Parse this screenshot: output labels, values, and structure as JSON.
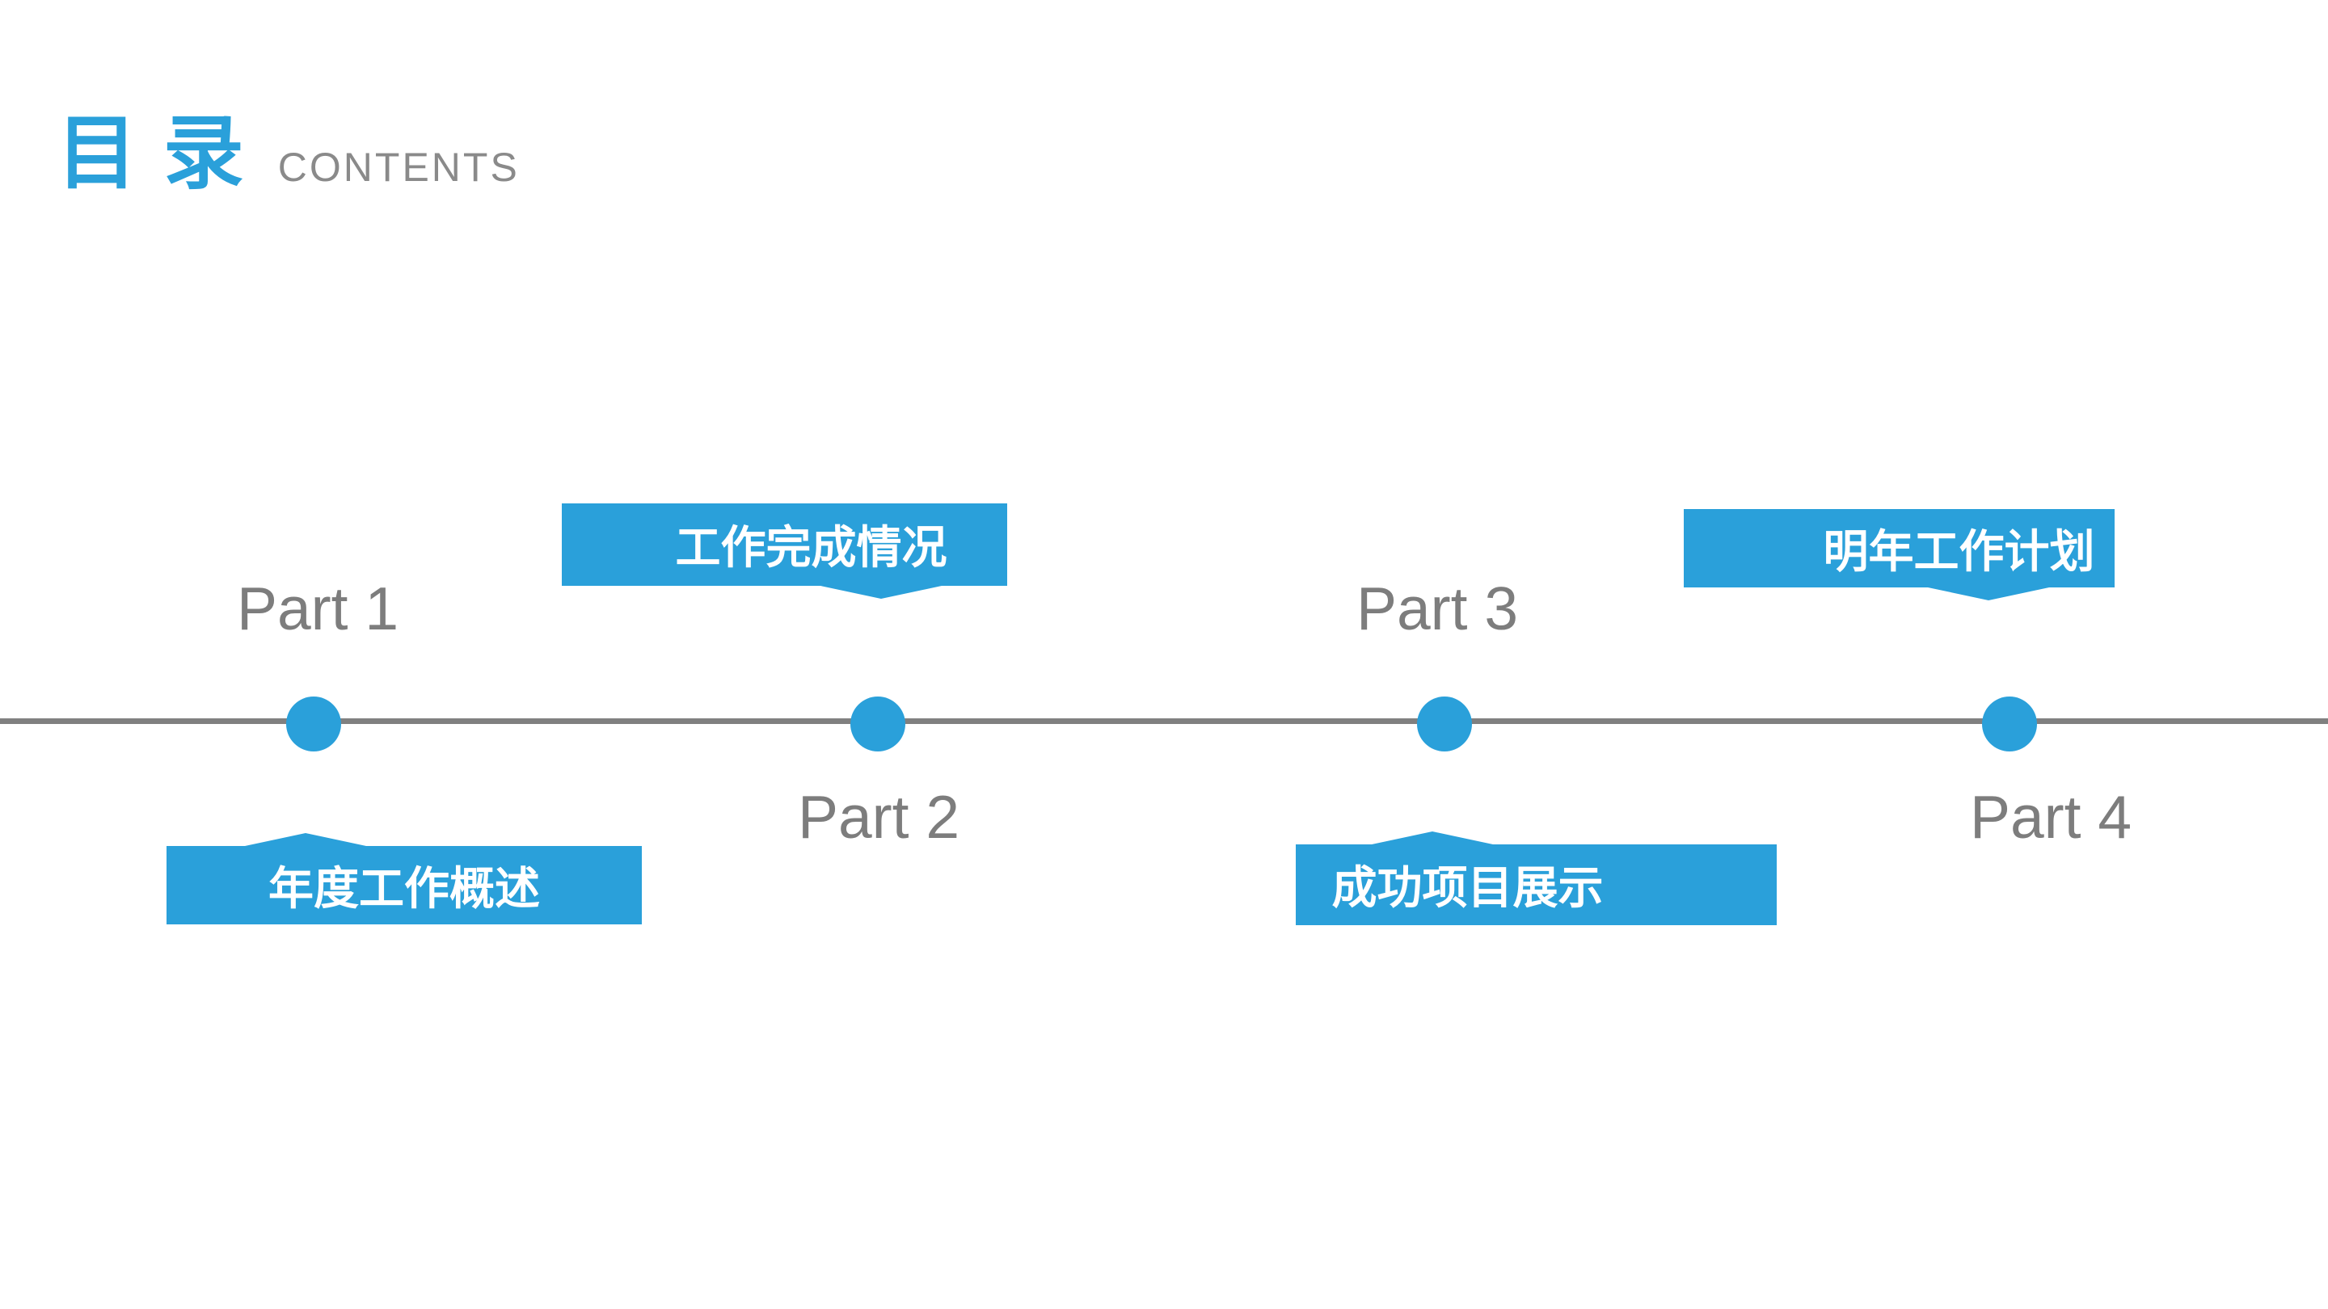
{
  "slide": {
    "title": {
      "zh": "目 录",
      "en": "CONTENTS"
    },
    "colors": {
      "accent_blue": "#2aa0da",
      "line_gray": "#808080",
      "label_gray": "#7d7d7d",
      "subtitle_gray": "#8a8a8a",
      "banner_text": "#ffffff",
      "background": "#ffffff"
    },
    "timeline": {
      "parts": [
        {
          "label": "Part 1",
          "topic": "年度工作概述",
          "banner_position": "below-line",
          "part_label_position": "above-line"
        },
        {
          "label": "Part 2",
          "topic": "工作完成情况",
          "banner_position": "above-line",
          "part_label_position": "below-line"
        },
        {
          "label": "Part 3",
          "topic": "成功项目展示",
          "banner_position": "below-line",
          "part_label_position": "above-line"
        },
        {
          "label": "Part 4",
          "topic": "明年工作计划",
          "banner_position": "above-line",
          "part_label_position": "below-line"
        }
      ]
    }
  }
}
